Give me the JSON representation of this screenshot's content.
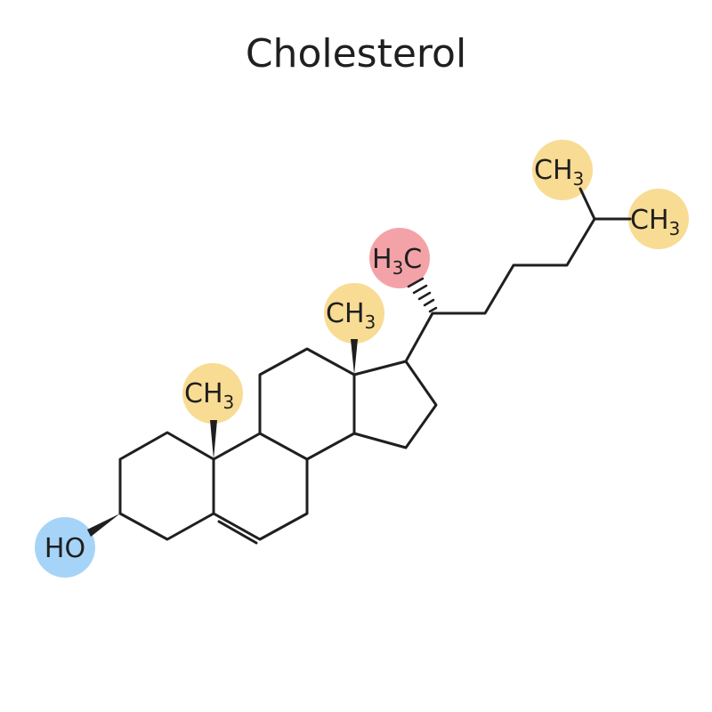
{
  "title": "Cholesterol",
  "colors": {
    "methyl_highlight": "#f8dc94",
    "hydroxyl_highlight": "#a6d4f8",
    "branch_methyl_highlight": "#f3a3a8",
    "bond_color": "#1f1f1f",
    "background": "#ffffff"
  },
  "labels": {
    "hydroxyl": "HO",
    "methyl_c10": {
      "main": "CH",
      "sub": "3"
    },
    "methyl_c13": {
      "main": "CH",
      "sub": "3"
    },
    "methyl_c21": {
      "pre": "H",
      "sub": "3",
      "main": "C"
    },
    "methyl_c26": {
      "main": "CH",
      "sub": "3"
    },
    "methyl_c27": {
      "main": "CH",
      "sub": "3"
    }
  }
}
